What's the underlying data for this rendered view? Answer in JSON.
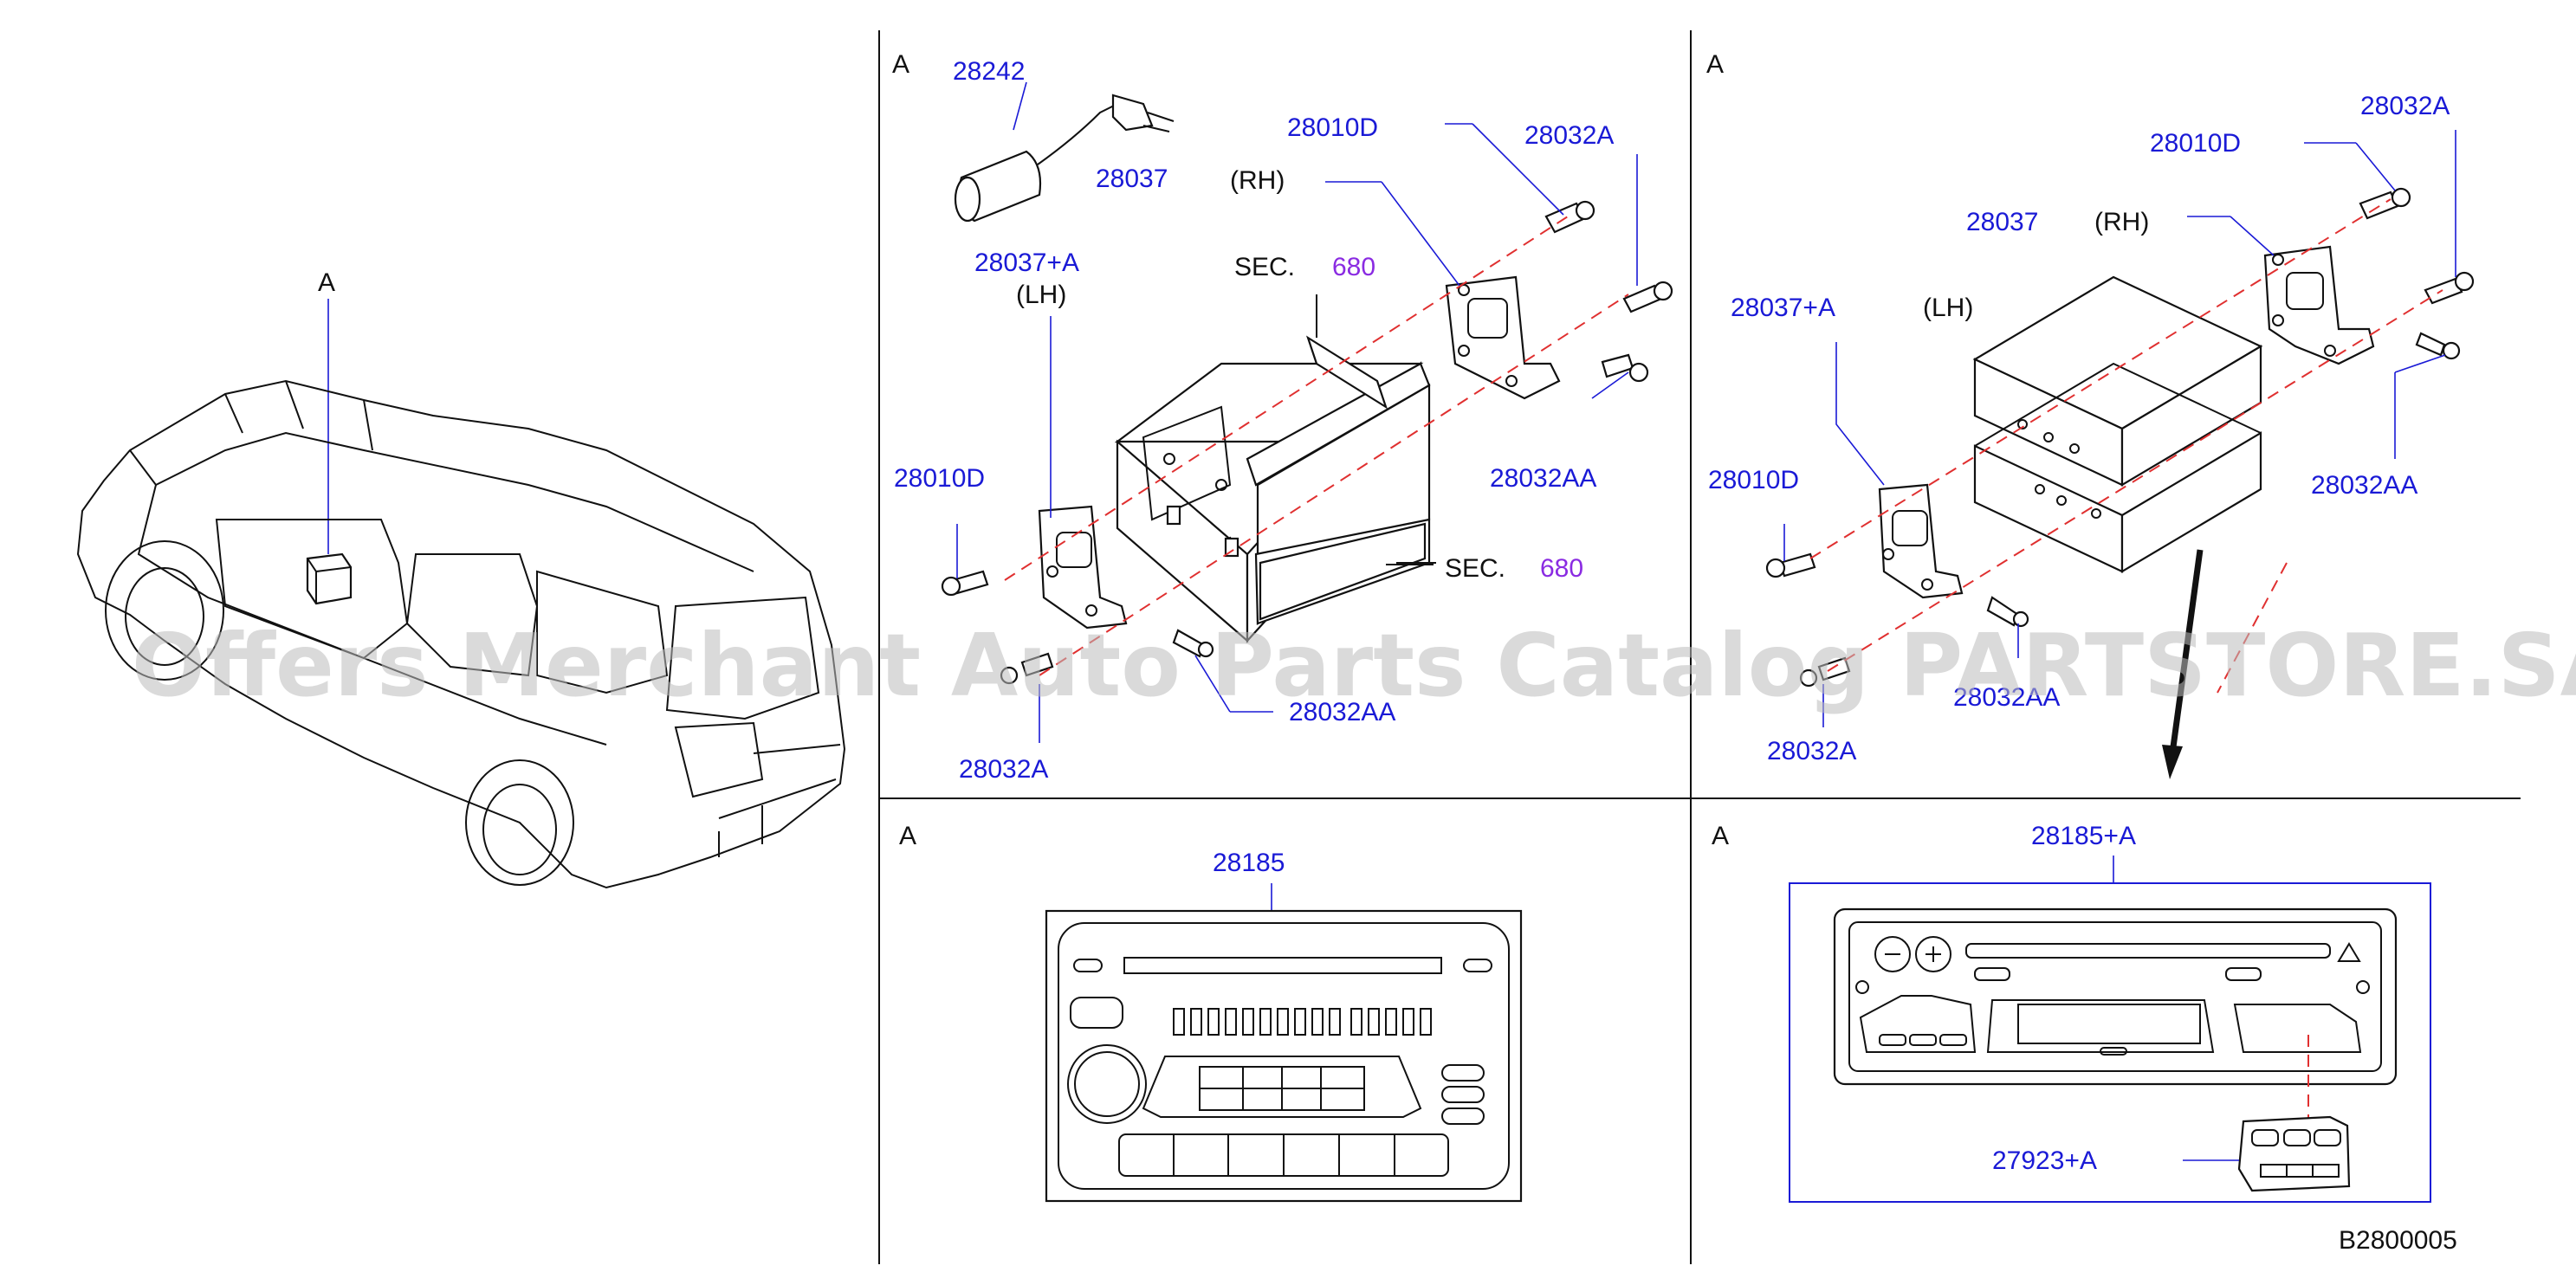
{
  "panels": {
    "vehicle": {
      "letter": "A"
    },
    "tl": {
      "letter": "A"
    },
    "tr": {
      "letter": "A"
    },
    "bl": {
      "letter": "A"
    },
    "br": {
      "letter": "A"
    }
  },
  "labels": {
    "tl_28242": "28242",
    "tl_28037": "28037",
    "tl_28010D_top": "28010D",
    "tl_28032A_top": "28032A",
    "tl_RH": "(RH)",
    "tl_28037A": "28037+A",
    "tl_LH": "(LH)",
    "tl_sec_top": "SEC.",
    "tl_sec_top_num": "680",
    "tl_28032AA_right": "28032AA",
    "tl_28010D_left": "28010D",
    "tl_sec_bot": "SEC.",
    "tl_sec_bot_num": "680",
    "tl_28032AA_bot": "28032AA",
    "tl_28032A_bot": "28032A",
    "tr_28010D": "28010D",
    "tr_28032A_top": "28032A",
    "tr_28037": "28037",
    "tr_RH": "(RH)",
    "tr_28037A": "28037+A",
    "tr_LH": "(LH)",
    "tr_28010D_left": "28010D",
    "tr_28032AA_right": "28032AA",
    "tr_28032AA_bot": "28032AA",
    "tr_28032A_bot": "28032A",
    "bl_28185": "28185",
    "br_28185A": "28185+A",
    "br_27923A": "27923+A",
    "code": "B2800005"
  },
  "watermark": "Offers Merchant Auto Parts Catalog PARTSTORE.SA",
  "colors": {
    "part_number": "#1a1ad6",
    "section_number": "#8a2be2",
    "leader_dash": "#e03030"
  }
}
